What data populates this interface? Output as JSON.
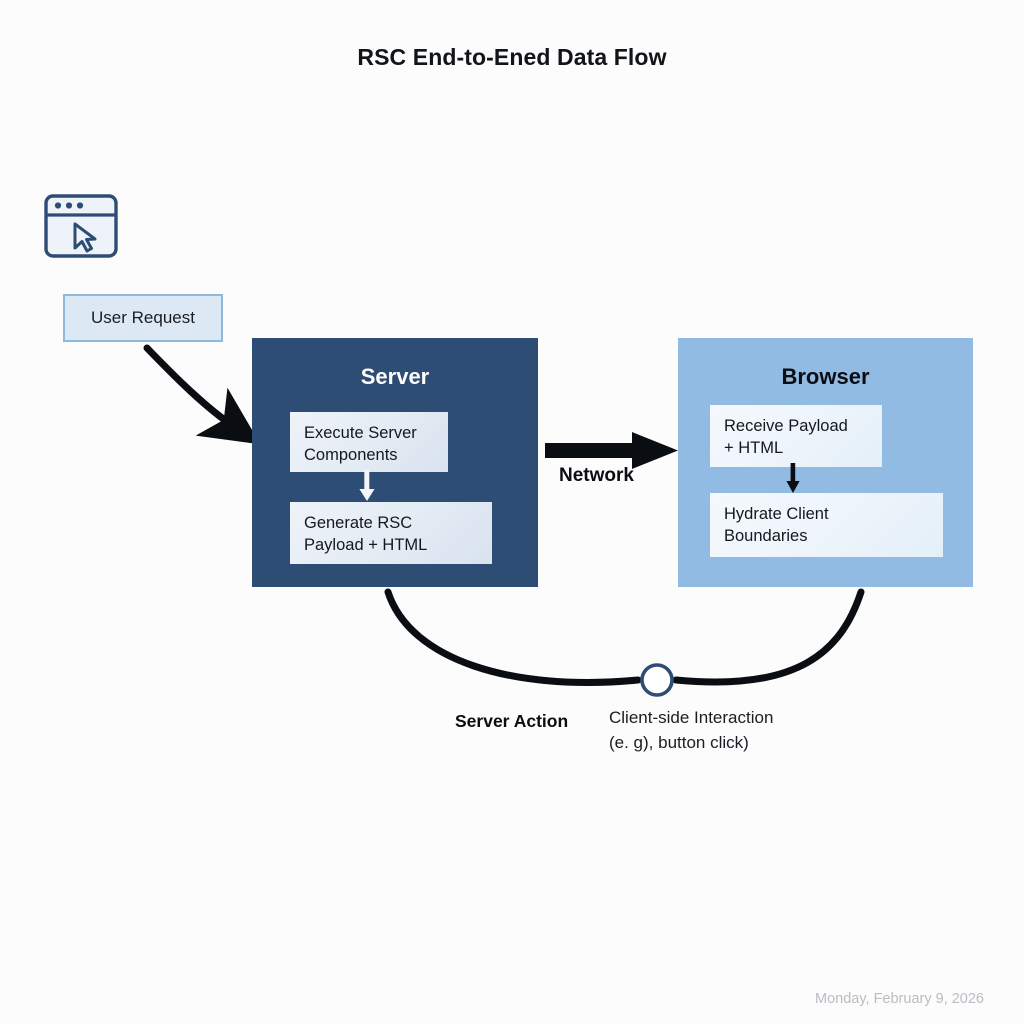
{
  "page": {
    "title": "RSC End-to-Ened Data Flow",
    "background_color": "#fcfcfc",
    "footer_date": "Monday, February 9, 2026"
  },
  "icons": {
    "browser_window": "browser-window-icon",
    "cursor": "cursor-arrow-icon"
  },
  "entry": {
    "user_request_label": "User Request"
  },
  "panels": [
    {
      "id": "server",
      "title": "Server",
      "color": "#2e4d74",
      "title_color": "#ffffff",
      "steps": [
        {
          "line1": "Execute Server",
          "line2": "Components"
        },
        {
          "line1": "Generate RSC",
          "line2": "Payload + HTML"
        }
      ]
    },
    {
      "id": "browser",
      "title": "Browser",
      "color": "#92bbe4",
      "title_color": "#0a0d12",
      "steps": [
        {
          "line1": "Receive Payload",
          "line2": "+ HTML"
        },
        {
          "line1": "Hydrate Client",
          "line2": "Boundaries"
        }
      ]
    }
  ],
  "connectors": {
    "network_label": "Network",
    "server_action_label": "Server Action",
    "client_interaction_line1": "Client-side Interaction",
    "client_interaction_line2": "(e. g), button click)",
    "node_color": "#2e4d74"
  }
}
